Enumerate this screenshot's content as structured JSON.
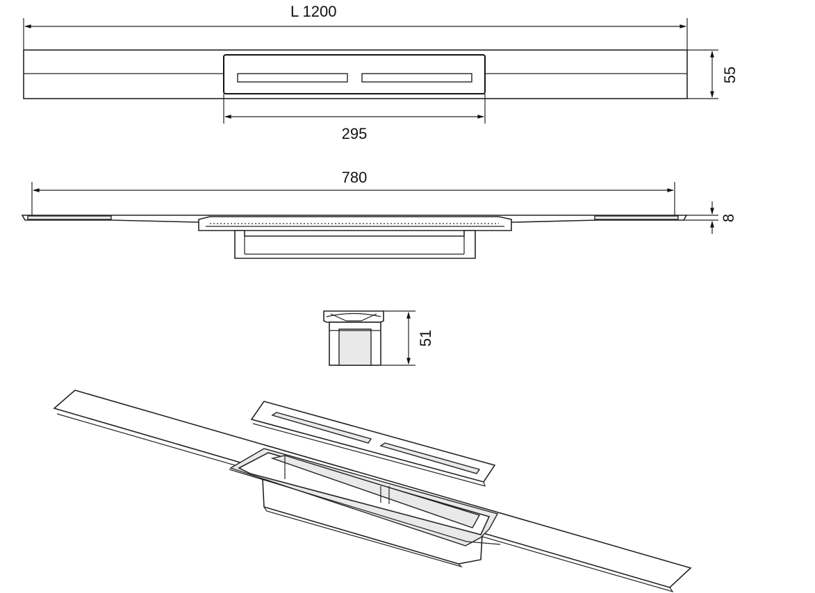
{
  "dimensions": {
    "length": "L  1200",
    "grate_width": "295",
    "plate_width": "780",
    "profile_height": "55",
    "flange_thickness": "8",
    "body_height": "51"
  }
}
